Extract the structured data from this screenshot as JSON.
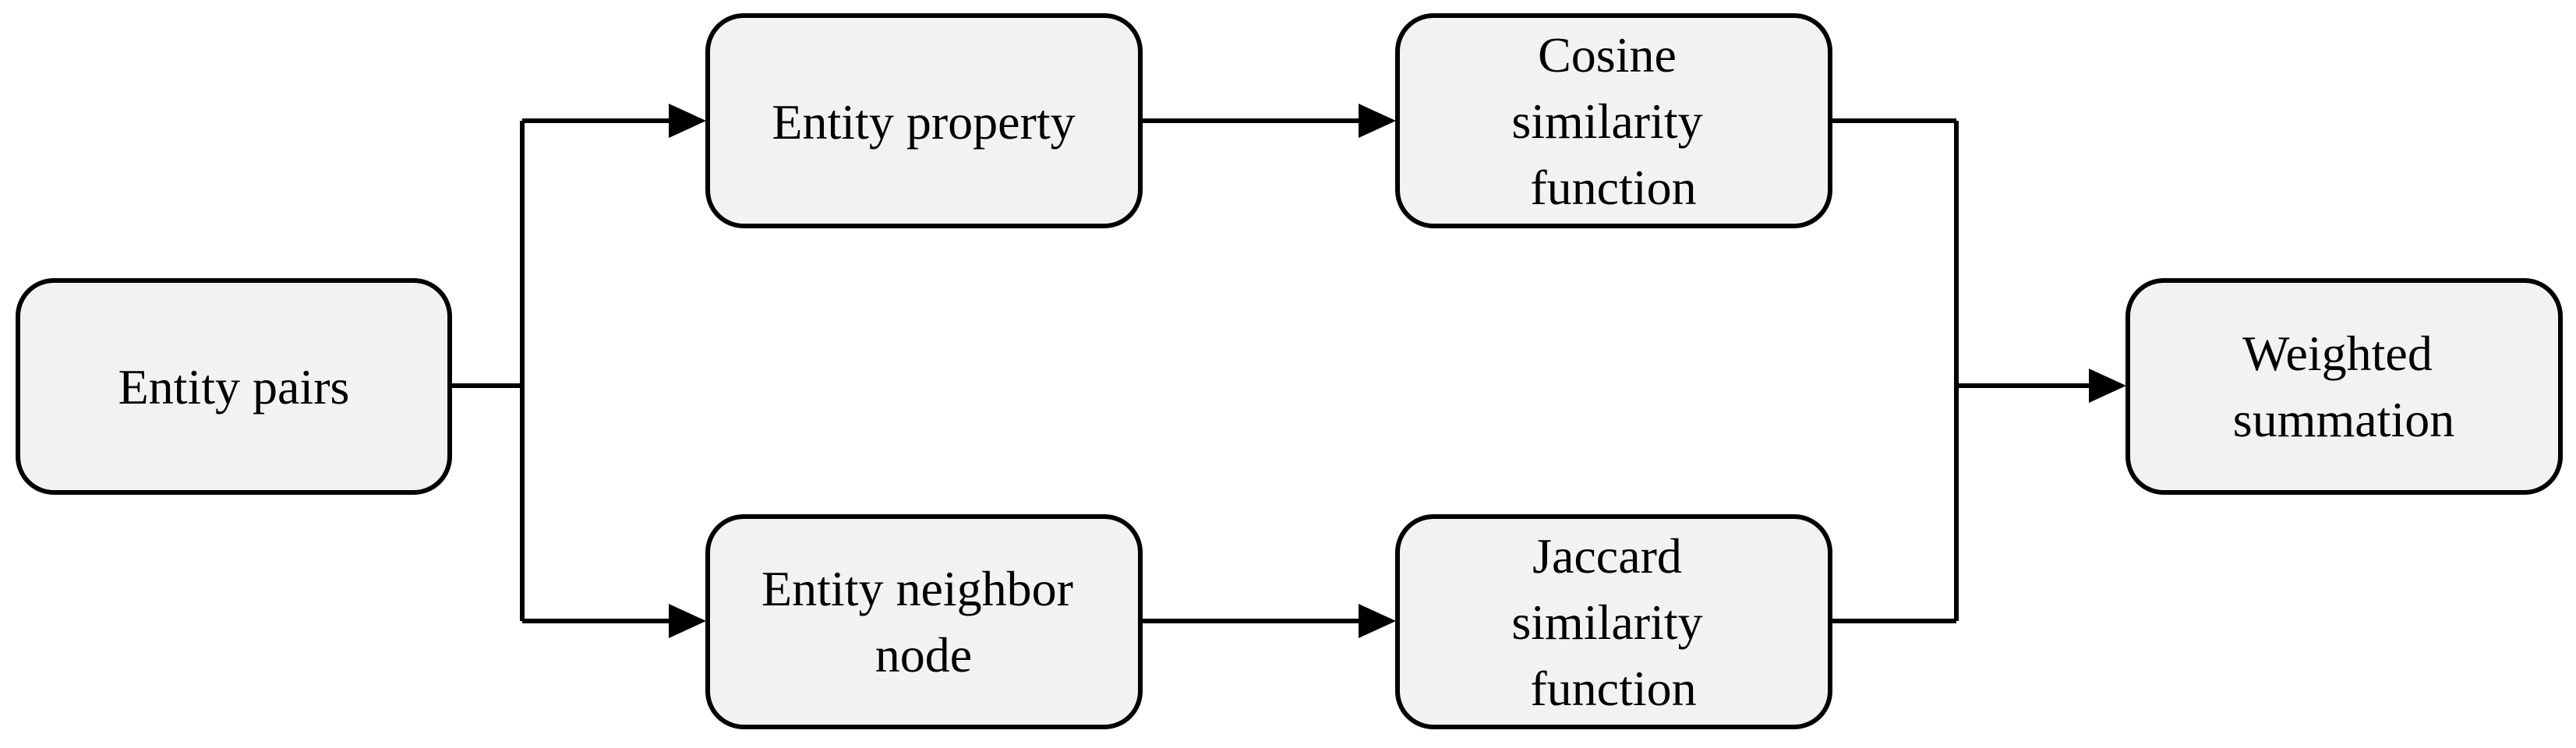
{
  "nodes": {
    "entity_pairs": {
      "lines": [
        "Entity pairs"
      ]
    },
    "entity_property": {
      "lines": [
        "Entity property"
      ]
    },
    "entity_neighbor_node": {
      "lines": [
        "Entity neighbor",
        "node"
      ]
    },
    "cosine_similarity": {
      "lines": [
        "Cosine",
        "similarity",
        "function"
      ]
    },
    "jaccard_similarity": {
      "lines": [
        "Jaccard",
        "similarity",
        "function"
      ]
    },
    "weighted_summation": {
      "lines": [
        "Weighted",
        "summation"
      ]
    }
  },
  "edges": [
    {
      "from": "entity_pairs",
      "to": "entity_property"
    },
    {
      "from": "entity_pairs",
      "to": "entity_neighbor_node"
    },
    {
      "from": "entity_property",
      "to": "cosine_similarity"
    },
    {
      "from": "entity_neighbor_node",
      "to": "jaccard_similarity"
    },
    {
      "from": "cosine_similarity",
      "to": "weighted_summation"
    },
    {
      "from": "jaccard_similarity",
      "to": "weighted_summation"
    }
  ]
}
